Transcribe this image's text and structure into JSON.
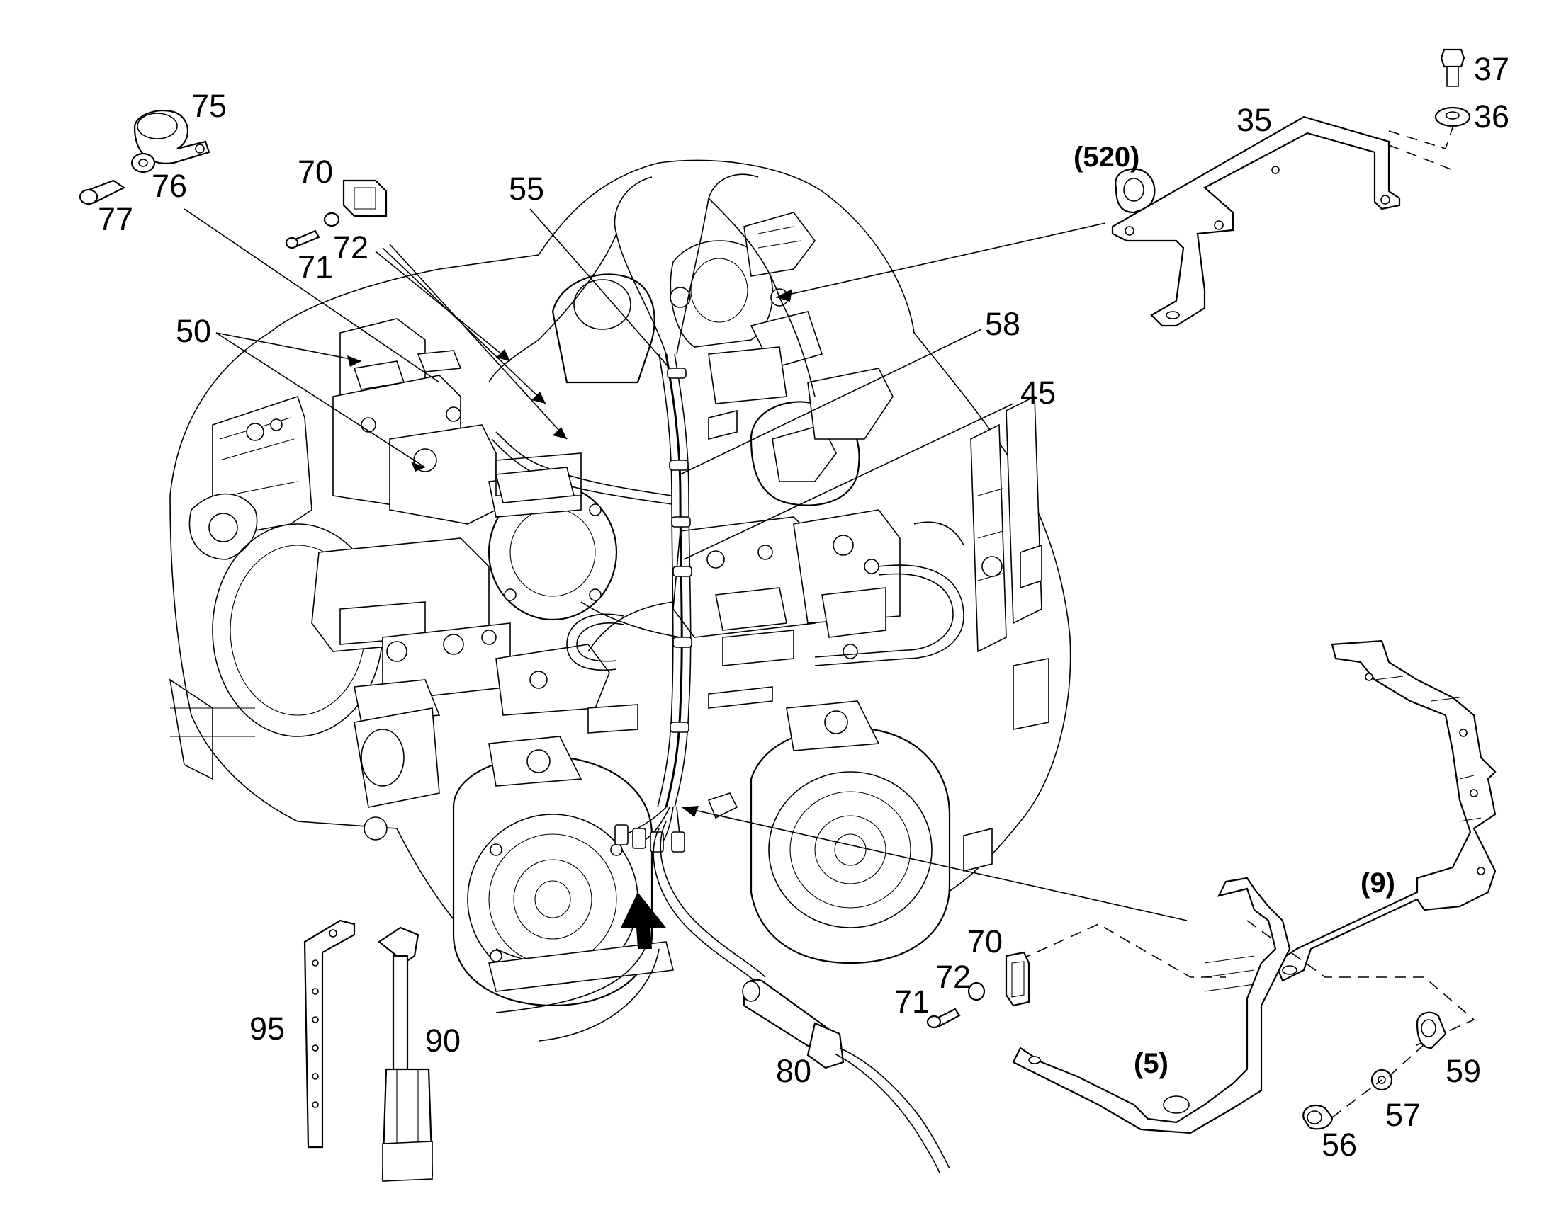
{
  "diagram": {
    "callouts": [
      {
        "id": "c75",
        "text": "75"
      },
      {
        "id": "c76",
        "text": "76"
      },
      {
        "id": "c77",
        "text": "77"
      },
      {
        "id": "c70a",
        "text": "70"
      },
      {
        "id": "c71a",
        "text": "71"
      },
      {
        "id": "c72a",
        "text": "72"
      },
      {
        "id": "c55",
        "text": "55"
      },
      {
        "id": "c50",
        "text": "50"
      },
      {
        "id": "c58",
        "text": "58"
      },
      {
        "id": "c45",
        "text": "45"
      },
      {
        "id": "c37",
        "text": "37"
      },
      {
        "id": "c36",
        "text": "36"
      },
      {
        "id": "c35",
        "text": "35"
      },
      {
        "id": "c520",
        "text": "(520)"
      },
      {
        "id": "c9",
        "text": "(9)"
      },
      {
        "id": "c70b",
        "text": "70"
      },
      {
        "id": "c72b",
        "text": "72"
      },
      {
        "id": "c71b",
        "text": "71"
      },
      {
        "id": "c5",
        "text": "(5)"
      },
      {
        "id": "c59",
        "text": "59"
      },
      {
        "id": "c57",
        "text": "57"
      },
      {
        "id": "c56",
        "text": "56"
      },
      {
        "id": "c95",
        "text": "95"
      },
      {
        "id": "c90",
        "text": "90"
      },
      {
        "id": "c80",
        "text": "80"
      }
    ]
  }
}
